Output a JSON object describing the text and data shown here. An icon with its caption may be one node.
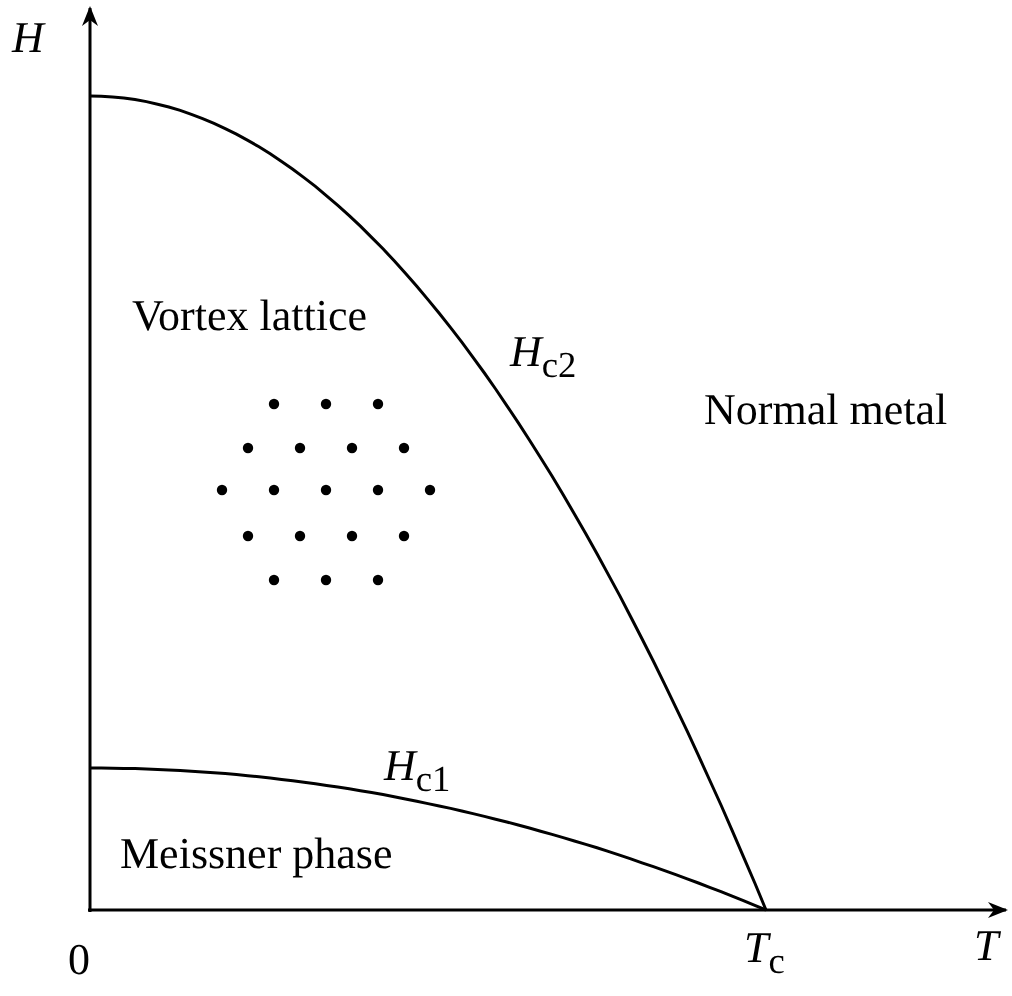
{
  "diagram": {
    "labels": [
      "H",
      "Vortex lattice",
      "*H*$_{c2}$",
      "Normal metal",
      "*H*$_{c1}$",
      "Meissner phase",
      "0",
      "*T*$_{c}$",
      "T"
    ]
  }
}
